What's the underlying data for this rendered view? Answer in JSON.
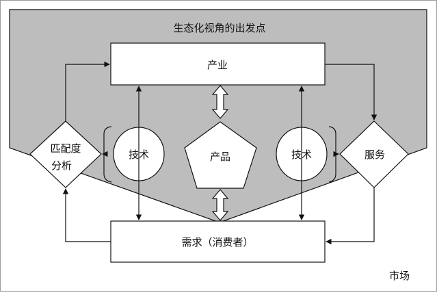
{
  "region_title": "生态化视角的出发点",
  "market_label": "市场",
  "nodes": {
    "industry": "产业",
    "demand": "需求（消费者）",
    "product": "产品",
    "tech_left": "技术",
    "tech_right": "技术",
    "match_line1": "匹配度",
    "match_line2": "分析",
    "service": "服务"
  },
  "colors": {
    "region_fill": "#bdbdbd",
    "stroke": "#111111",
    "background": "#ffffff",
    "frame": "#9a9a9a"
  }
}
